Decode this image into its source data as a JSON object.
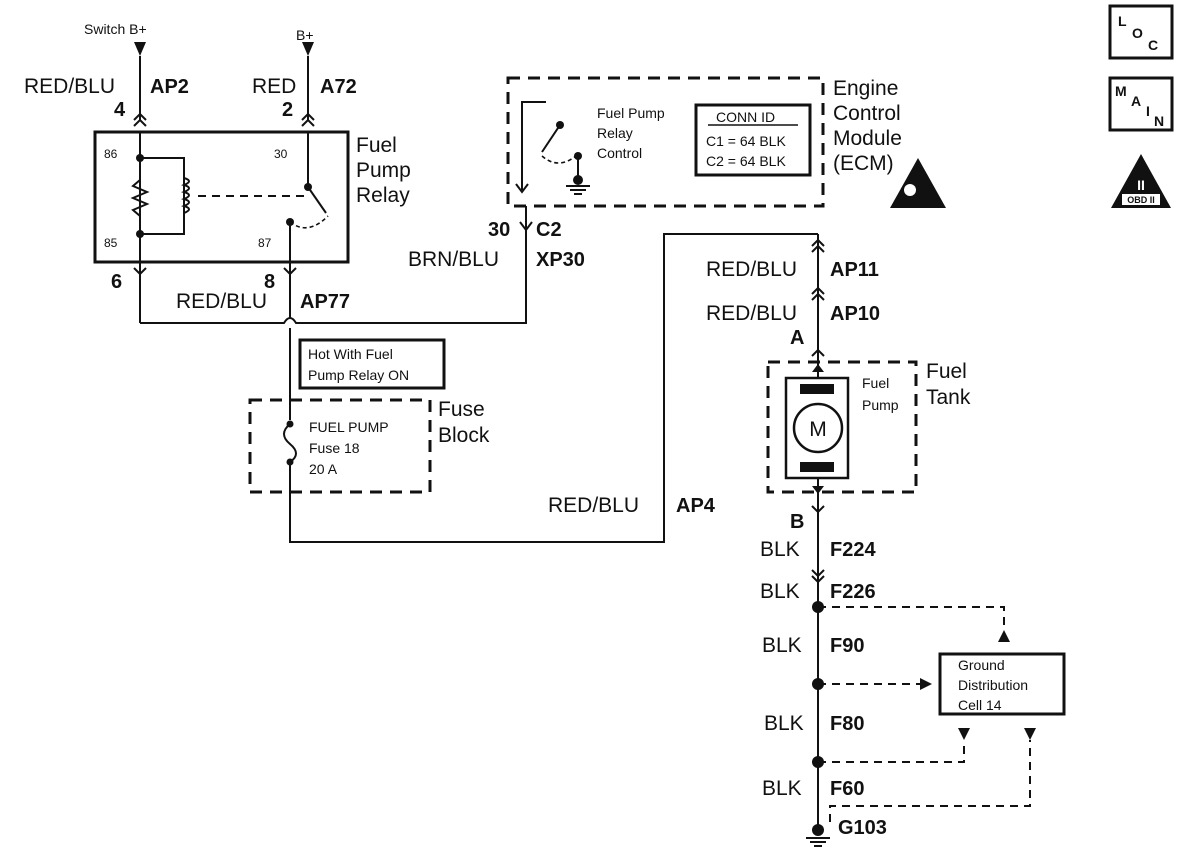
{
  "power": {
    "switch_b_plus": "Switch B+",
    "b_plus": "B+"
  },
  "relay": {
    "title_lines": [
      "Fuel",
      "Pump",
      "Relay"
    ],
    "pin_86": "86",
    "pin_85": "85",
    "pin_30": "30",
    "pin_87": "87"
  },
  "connectors": {
    "pin4": "4",
    "pin2": "2",
    "pin6": "6",
    "pin8": "8",
    "pin30": "30",
    "c2": "C2",
    "pin_a": "A",
    "pin_b": "B"
  },
  "wires": {
    "ap2_color": "RED/BLU",
    "ap2_id": "AP2",
    "a72_color": "RED",
    "a72_id": "A72",
    "ap77_color": "RED/BLU",
    "ap77_id": "AP77",
    "xp30_color": "BRN/BLU",
    "xp30_id": "XP30",
    "ap11_color": "RED/BLU",
    "ap11_id": "AP11",
    "ap10_color": "RED/BLU",
    "ap10_id": "AP10",
    "ap4_color": "RED/BLU",
    "ap4_id": "AP4",
    "f224_color": "BLK",
    "f224_id": "F224",
    "f226_color": "BLK",
    "f226_id": "F226",
    "f90_color": "BLK",
    "f90_id": "F90",
    "f80_color": "BLK",
    "f80_id": "F80",
    "f60_color": "BLK",
    "f60_id": "F60"
  },
  "ecm": {
    "title_lines": [
      "Engine",
      "Control",
      "Module",
      "(ECM)"
    ],
    "control_lines": [
      "Fuel Pump",
      "Relay",
      "Control"
    ],
    "conn_id_header": "CONN ID",
    "conn_c1": "C1 = 64 BLK",
    "conn_c2": "C2 = 64 BLK"
  },
  "hot_note_lines": [
    "Hot With Fuel",
    "Pump Relay ON"
  ],
  "fuse_block": {
    "title_lines": [
      "Fuse",
      "Block"
    ],
    "fuse_lines": [
      "FUEL PUMP",
      "Fuse 18",
      "20 A"
    ]
  },
  "fuel_tank": {
    "title_lines": [
      "Fuel",
      "Tank"
    ],
    "pump_lines": [
      "Fuel",
      "Pump"
    ],
    "motor_letter": "M"
  },
  "ground_dist_lines": [
    "Ground",
    "Distribution",
    "Cell 14"
  ],
  "ground_id": "G103",
  "icons": {
    "loc_letters": [
      "L",
      "O",
      "C"
    ],
    "main_letters": [
      "M",
      "A",
      "I",
      "N"
    ],
    "obd_numeral": "II",
    "obd_text": "OBD II"
  }
}
